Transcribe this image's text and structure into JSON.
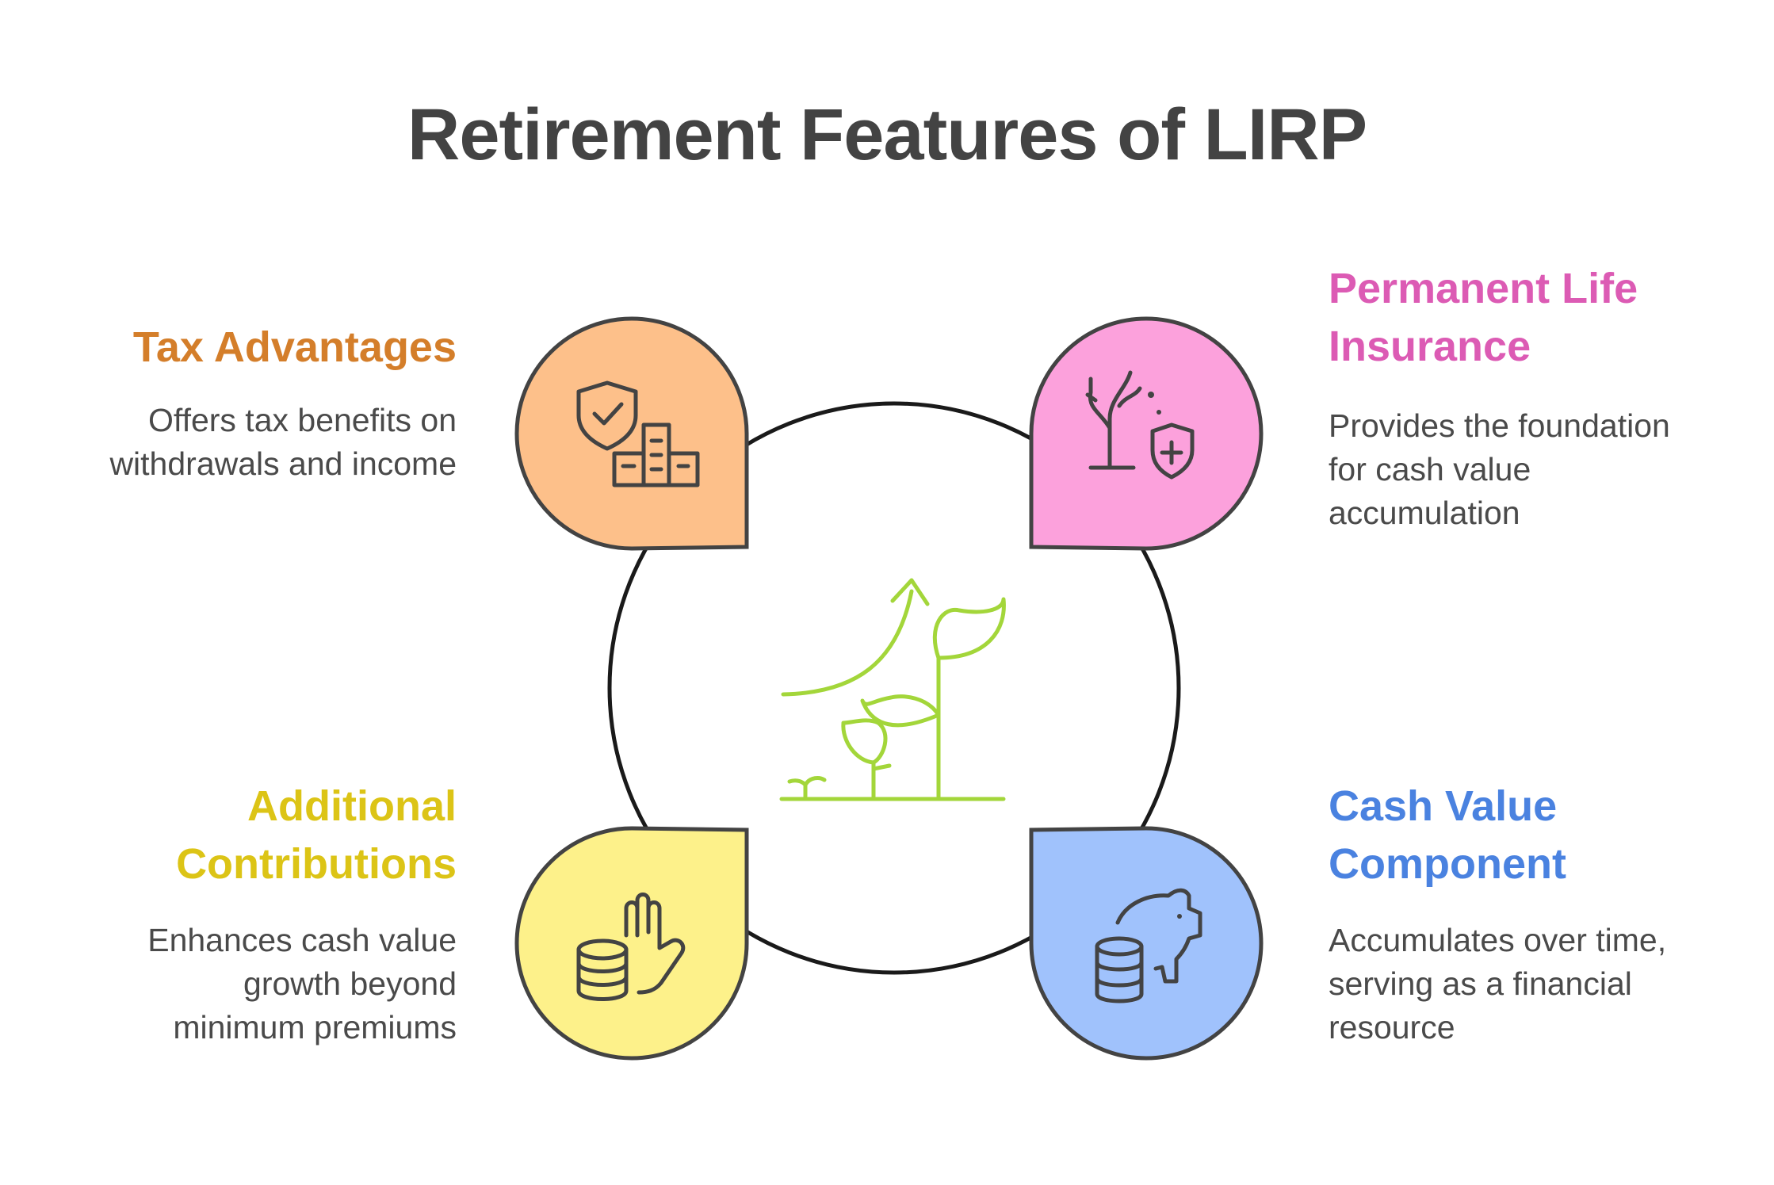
{
  "title": "Retirement Features of LIRP",
  "center": {
    "icon": "growing-plants-with-upward-arrow-icon",
    "color": "#a3d63a"
  },
  "features": [
    {
      "id": "tax",
      "title_lines": [
        "Tax Advantages"
      ],
      "desc_lines": [
        "Offers tax benefits on",
        "withdrawals and income"
      ],
      "title_color": "#d47e2a",
      "fill": "#fdc08a",
      "icon": "shield-check-buildings-icon"
    },
    {
      "id": "permanent",
      "title_lines": [
        "Permanent Life",
        "Insurance"
      ],
      "desc_lines": [
        "Provides the foundation",
        "for cash value",
        "accumulation"
      ],
      "title_color": "#dc5bb4",
      "fill": "#fca1dc",
      "icon": "tree-with-shield-plus-icon"
    },
    {
      "id": "contributions",
      "title_lines": [
        "Additional",
        "Contributions"
      ],
      "desc_lines": [
        "Enhances cash value",
        "growth beyond",
        "minimum premiums"
      ],
      "title_color": "#dcc416",
      "fill": "#fdf18a",
      "icon": "coins-and-hand-icon"
    },
    {
      "id": "cashvalue",
      "title_lines": [
        "Cash Value",
        "Component"
      ],
      "desc_lines": [
        "Accumulates over time,",
        "serving as a financial",
        "resource"
      ],
      "title_color": "#4a82e0",
      "fill": "#a0c2fc",
      "icon": "piggy-bank-coins-icon"
    }
  ]
}
